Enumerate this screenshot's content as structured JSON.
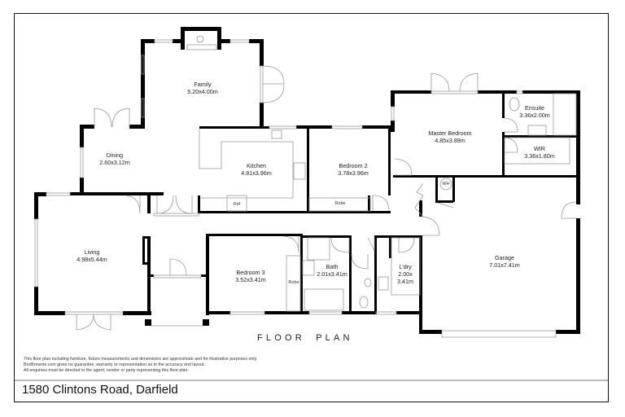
{
  "plan": {
    "title": "FLOOR PLAN",
    "address": "1580 Clintons Road, Darfield",
    "disclaimer": [
      "This floor plan including furniture, fixture measurements and dimensions are approximate and for illustrative purposes only.",
      "BoxBrownie.com gives no guarantee, warranty or representation as to the accuracy and layout.",
      "All enquiries must be directed to the agent, vendor or party representing this floor plan."
    ]
  },
  "rooms": {
    "family": {
      "name": "Family",
      "size": "5.20x4.00m"
    },
    "dining": {
      "name": "Dining",
      "size": "2.60x3.12m"
    },
    "kitchen": {
      "name": "Kitchen",
      "size": "4.81x3.96m"
    },
    "bedroom2": {
      "name": "Bedroom 2",
      "size": "3.78x3.96m"
    },
    "master": {
      "name": "Master Bedroom",
      "size": "4.85x3.89m"
    },
    "ensuite": {
      "name": "Ensuite",
      "size": "3.36x2.00m"
    },
    "wir": {
      "name": "WIR",
      "size": "3.36x1.80m"
    },
    "living": {
      "name": "Living",
      "size": "4.98x5.44m"
    },
    "bedroom3": {
      "name": "Bedroom 3",
      "size": "3.52x3.41m"
    },
    "bath": {
      "name": "Bath",
      "size": "2.01x3.41m"
    },
    "laundry": {
      "name": "L'dry",
      "size_line1": "2.00x",
      "size_line2": "3.41m"
    },
    "garage": {
      "name": "Garage",
      "size": "7.01x7.41m"
    }
  },
  "fixtures": {
    "ref": "Ref",
    "robe_bed2": "Robe",
    "robe_bed3": "Robe",
    "wh": "WH"
  }
}
